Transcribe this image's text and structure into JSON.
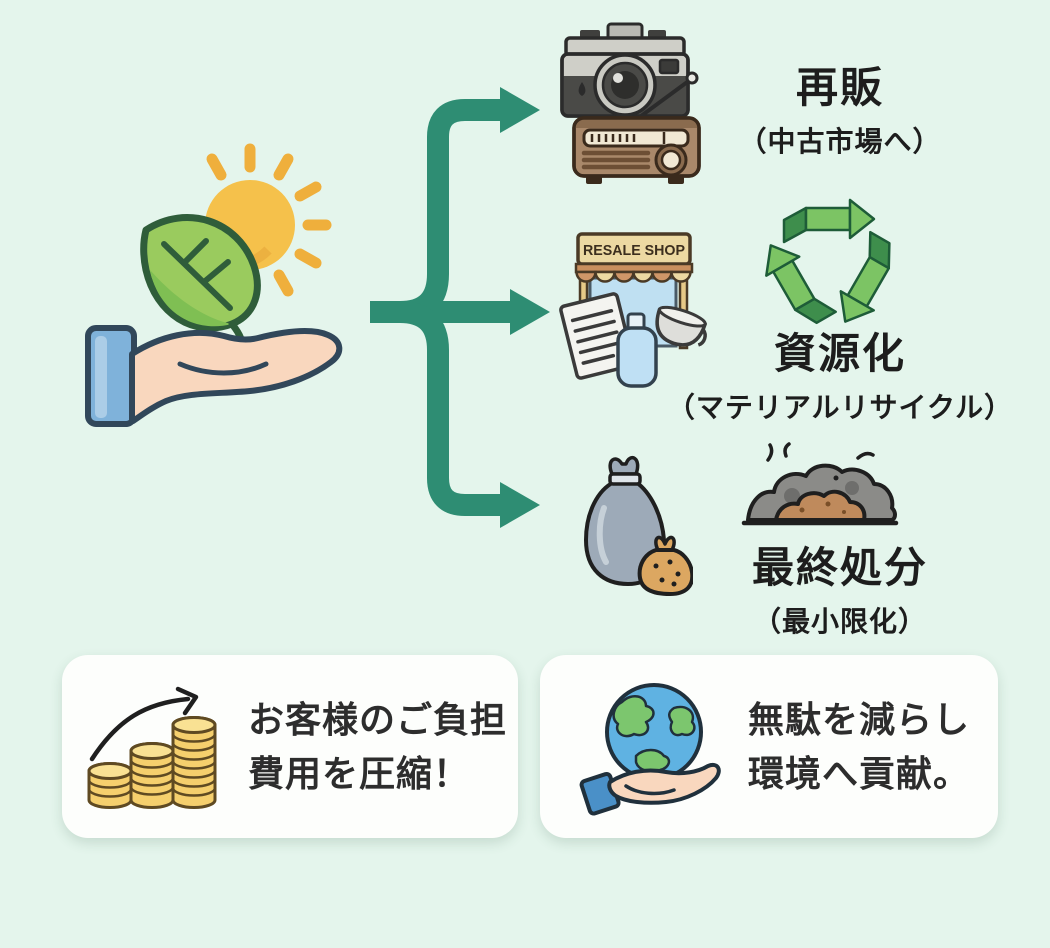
{
  "palette": {
    "background": "#e4f5ec",
    "arrow_green": "#2e8d73",
    "recycle_green_light": "#7cc464",
    "recycle_green_dark": "#3e8e4c",
    "card_background": "#fdfefc",
    "title_text": "#1d1d1d",
    "card_text": "#2d2d2d",
    "coin_gold": "#f5cf6d",
    "globe_blue": "#5fb2e2"
  },
  "flow": {
    "source_icon": "hand-offering-leaf-and-sun",
    "branches": [
      {
        "title": "再販",
        "subtitle": "（中古市場へ）",
        "icons": [
          "vintage-camera-and-radio"
        ]
      },
      {
        "title": "資源化",
        "subtitle": "（マテリアルリサイクル）",
        "icons": [
          "resale-shop-storefront",
          "recycling-arrows"
        ],
        "shop_sign": "RESALE SHOP"
      },
      {
        "title": "最終処分",
        "subtitle": "（最小限化）",
        "icons": [
          "trash-bags",
          "waste-pile"
        ]
      }
    ]
  },
  "benefit_cards": [
    {
      "icon": "coin-stacks-rising-arrow",
      "line1": "お客様のご負担",
      "line2": "費用を圧縮！"
    },
    {
      "icon": "earth-in-hand",
      "line1": "無駄を減らし",
      "line2": "環境へ貢献。"
    }
  ]
}
